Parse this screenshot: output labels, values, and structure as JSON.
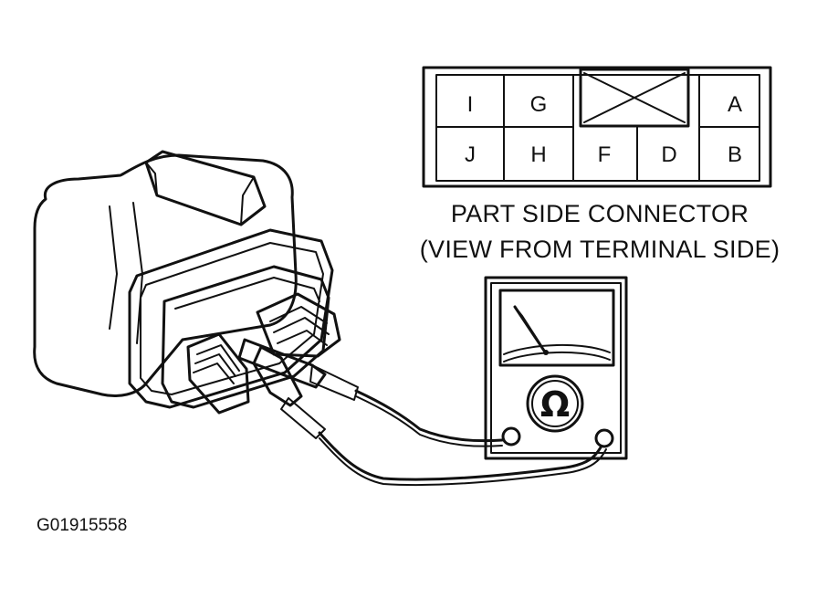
{
  "connector_pins": {
    "top_row": [
      "I",
      "G",
      "A"
    ],
    "bottom_row": [
      "J",
      "H",
      "F",
      "D",
      "B"
    ]
  },
  "caption": {
    "line1": "PART SIDE CONNECTOR",
    "line2": "(VIEW FROM TERMINAL SIDE)"
  },
  "meter": {
    "symbol": "Ω"
  },
  "figure_code": "G01915558",
  "colors": {
    "ink": "#111111",
    "paper": "#ffffff",
    "shade": "#d9d9d9"
  }
}
